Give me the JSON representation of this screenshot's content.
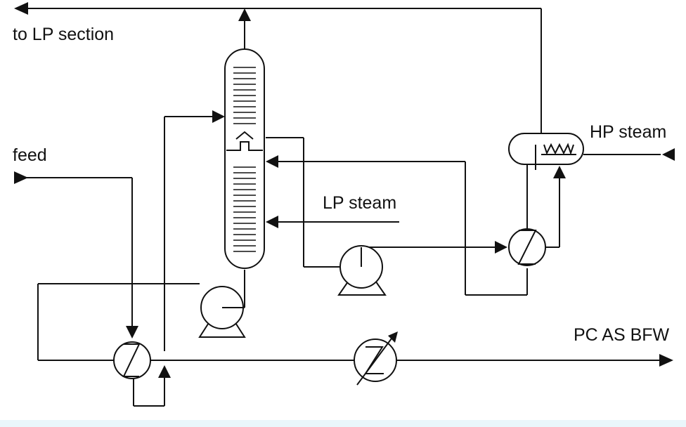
{
  "labels": {
    "to_lp_section": "to LP section",
    "feed": "feed",
    "lp_steam": "LP steam",
    "hp_steam": "HP steam",
    "pc_as_bfw": "PC AS BFW"
  },
  "colors": {
    "line": "#111111",
    "background": "#ffffff",
    "bottom_band": "#eaf6fb"
  }
}
